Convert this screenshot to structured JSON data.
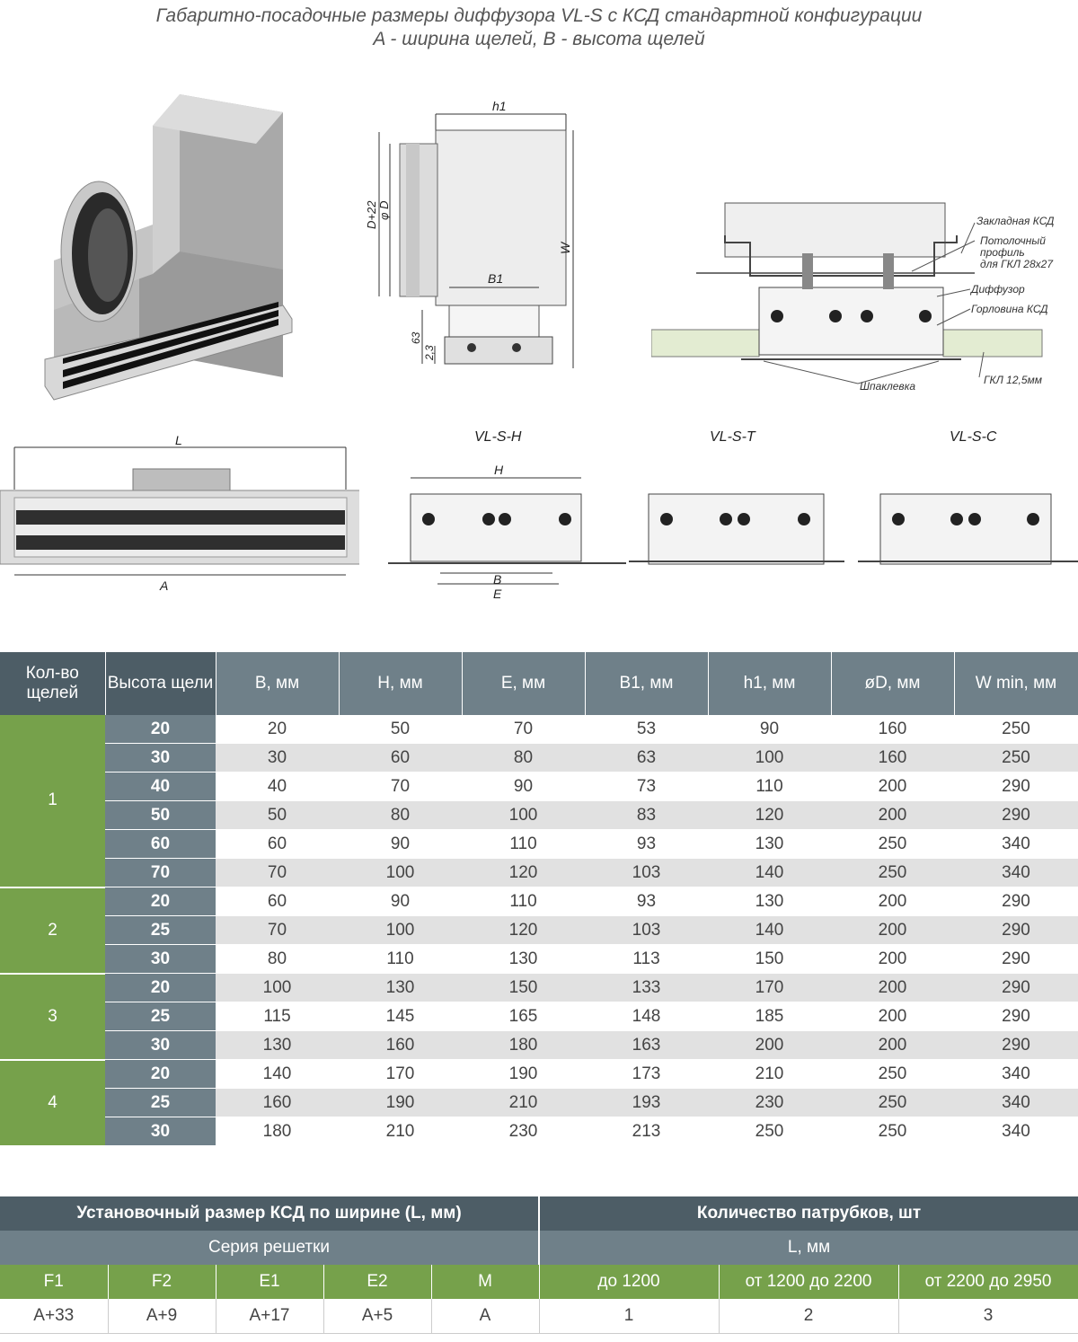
{
  "title": {
    "line1": "Габаритно-посадочные размеры диффузора VL-S с КСД стандартной конфигурации",
    "line2": "A - ширина щелей, B - высота щелей"
  },
  "drawings": {
    "side_dims": {
      "h1": "h1",
      "d": "D+22",
      "phi_d": "φ D",
      "w": "W",
      "b1": "B1",
      "d63": "63",
      "d23": "2,3"
    },
    "install_notes": {
      "embedded": "Закладная КСД",
      "ceiling_profile_1": "Потолочный",
      "ceiling_profile_2": "профиль",
      "ceiling_profile_3": "для ГКЛ 28х27",
      "diffuser": "Диффузор",
      "neck": "Горловина КСД",
      "putty": "Шпаклевка",
      "gkl": "ГКЛ 12,5мм"
    },
    "front_dims": {
      "l": "L",
      "a": "A"
    },
    "variants": {
      "h": "VL-S-H",
      "t": "VL-S-T",
      "c": "VL-S-C"
    },
    "variant_dims": {
      "h": "H",
      "b": "B",
      "e": "E"
    }
  },
  "main_table": {
    "headers": [
      "Кол-во щелей",
      "Высота щели",
      "B, мм",
      "H, мм",
      "E, мм",
      "B1, мм",
      "h1, мм",
      "øD, мм",
      "W min, мм"
    ],
    "groups": [
      {
        "count": "1",
        "rows": [
          [
            "20",
            "20",
            "50",
            "70",
            "53",
            "90",
            "160",
            "250"
          ],
          [
            "30",
            "30",
            "60",
            "80",
            "63",
            "100",
            "160",
            "250"
          ],
          [
            "40",
            "40",
            "70",
            "90",
            "73",
            "110",
            "200",
            "290"
          ],
          [
            "50",
            "50",
            "80",
            "100",
            "83",
            "120",
            "200",
            "290"
          ],
          [
            "60",
            "60",
            "90",
            "110",
            "93",
            "130",
            "250",
            "340"
          ],
          [
            "70",
            "70",
            "100",
            "120",
            "103",
            "140",
            "250",
            "340"
          ]
        ]
      },
      {
        "count": "2",
        "rows": [
          [
            "20",
            "60",
            "90",
            "110",
            "93",
            "130",
            "200",
            "290"
          ],
          [
            "25",
            "70",
            "100",
            "120",
            "103",
            "140",
            "200",
            "290"
          ],
          [
            "30",
            "80",
            "110",
            "130",
            "113",
            "150",
            "200",
            "290"
          ]
        ]
      },
      {
        "count": "3",
        "rows": [
          [
            "20",
            "100",
            "130",
            "150",
            "133",
            "170",
            "200",
            "290"
          ],
          [
            "25",
            "115",
            "145",
            "165",
            "148",
            "185",
            "200",
            "290"
          ],
          [
            "30",
            "130",
            "160",
            "180",
            "163",
            "200",
            "200",
            "290"
          ]
        ]
      },
      {
        "count": "4",
        "rows": [
          [
            "20",
            "140",
            "170",
            "190",
            "173",
            "210",
            "250",
            "340"
          ],
          [
            "25",
            "160",
            "190",
            "210",
            "193",
            "230",
            "250",
            "340"
          ],
          [
            "30",
            "180",
            "210",
            "230",
            "213",
            "250",
            "250",
            "340"
          ]
        ]
      }
    ]
  },
  "ksd_table": {
    "left_title": "Установочный размер КСД по ширине (L, мм)",
    "right_title": "Количество патрубков, шт",
    "left_sub": "Серия решетки",
    "right_sub": "L, мм",
    "series": [
      "F1",
      "F2",
      "E1",
      "E2",
      "M"
    ],
    "series_values": [
      "A+33",
      "A+9",
      "A+17",
      "A+5",
      "A"
    ],
    "ranges": [
      "до 1200",
      "от 1200 до 2200",
      "от 2200 до 2950"
    ],
    "range_values": [
      "1",
      "2",
      "3"
    ]
  }
}
